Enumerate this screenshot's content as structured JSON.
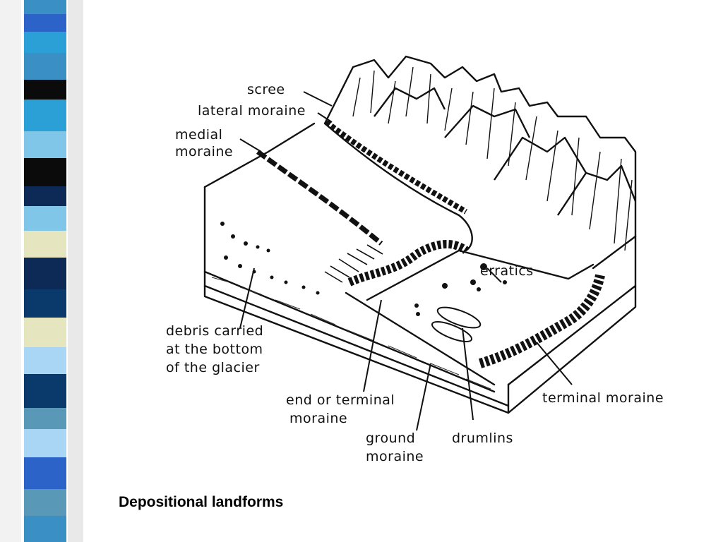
{
  "slide": {
    "caption": "Depositional landforms",
    "stripe_colors": [
      "#3a8fc4",
      "#7fc6e8",
      "#0a3a6b",
      "#2b63c9",
      "#0b0b0b",
      "#e5e6c0",
      "#5a98b8",
      "#2aa0d6",
      "#0c2a55",
      "#a9d6f5"
    ]
  },
  "diagram": {
    "labels": {
      "scree": "scree",
      "lateral_moraine": "lateral moraine",
      "medial_moraine_1": "medial",
      "medial_moraine_2": "moraine",
      "erratics": "erratics",
      "debris_1": "debris carried",
      "debris_2": "at the bottom",
      "debris_3": "of the glacier",
      "end_moraine_1": "end or terminal",
      "end_moraine_2": "moraine",
      "ground_moraine_1": "ground",
      "ground_moraine_2": "moraine",
      "drumlins": "drumlins",
      "terminal_moraine": "terminal moraine"
    }
  }
}
